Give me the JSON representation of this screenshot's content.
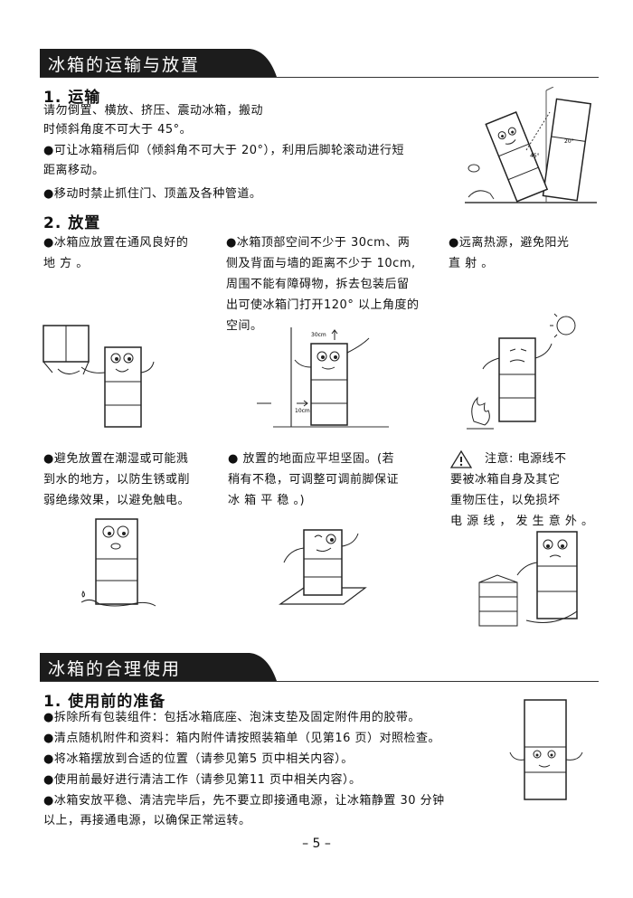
{
  "sections": {
    "transport_placement": {
      "title": "冰箱的运输与放置",
      "transport": {
        "heading": "1. 运输",
        "line1": "请勿倒置、横放、挤压、震动冰箱，搬动",
        "line2": "时倾斜角度不可大于 45°。",
        "bullet1_l1": "●可让冰箱稍后仰（倾斜角不可大于 20°），利用后脚轮滚动进行短",
        "bullet1_l2": "距离移动。",
        "bullet2": "●移动时禁止抓住门、顶盖及各种管道。",
        "angle1": "45°",
        "angle2": "20°"
      },
      "placement": {
        "heading": "2. 放置",
        "col1": [
          "●冰箱应放置在通风良好的",
          "地 方 。"
        ],
        "col2": [
          "●冰箱顶部空间不少于 30cm、两",
          "侧及背面与墙的距离不少于 10cm,",
          "周围不能有障碍物，拆去包装后留",
          "出可使冰箱门打开120° 以上角度的",
          "空间。"
        ],
        "col3": [
          "●远离热源，避免阳光",
          "直 射 。"
        ],
        "dim_top": "30cm",
        "dim_side": "10cm",
        "row2_col1": [
          "●避免放置在潮湿或可能溅",
          "到水的地方，以防生锈或削",
          "弱绝缘效果，以避免触电。"
        ],
        "row2_col2": [
          "● 放置的地面应平坦坚固。(若",
          "稍有不稳，可调整可调前脚保证",
          "冰 箱 平 稳 。)"
        ],
        "row2_col3_warning": "注意: 电源线不",
        "row2_col3": [
          "要被冰箱自身及其它",
          "重物压住，以免损坏",
          "电 源 线 ， 发 生 意 外 。"
        ]
      }
    },
    "proper_use": {
      "title": "冰箱的合理使用",
      "heading": "1. 使用前的准备",
      "bullets": [
        "●拆除所有包装组件：包括冰箱底座、泡沫支垫及固定附件用的胶带。",
        "●清点随机附件和资料：箱内附件请按照装箱单（见第16 页）对照检查。",
        "●将冰箱摆放到合适的位置（请参见第5 页中相关内容）。",
        "●使用前最好进行清洁工作（请参见第11 页中相关内容）。",
        "●冰箱安放平稳、清洁完毕后，先不要立即接通电源，让冰箱静置 30 分钟"
      ],
      "bullet_last_l2": "以上，再接通电源，以确保正常运转。"
    }
  },
  "page_number": "– 5 –"
}
